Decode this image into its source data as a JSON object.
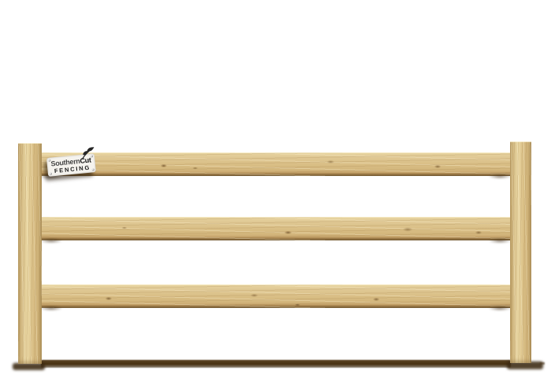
{
  "page": {
    "description": "Product image of a wooden three-rail ranch style fence section with two square posts, three horizontal wood rails, a ground shadow, and a SouthernCut Fencing brand badge mounted on the top rail",
    "background": "#ffffff"
  },
  "badge": {
    "brand_primary": "Southern",
    "brand_secondary": "Cut",
    "brand_subtitle": "FENCING",
    "leaf_icon": "leaf-sprig-icon"
  },
  "fence": {
    "post_count": 2,
    "rail_count": 3
  },
  "colors": {
    "page_background": "#ffffff",
    "wood_highlight": "#e9d6a2",
    "wood_base": "#d9be85",
    "wood_shade": "#caa970",
    "wood_edge_dark": "#6e5632",
    "ground_shadow": "#46300f",
    "badge_background": "#f5f3ee",
    "badge_text_primary": "#454545",
    "badge_text_secondary": "#151515"
  }
}
